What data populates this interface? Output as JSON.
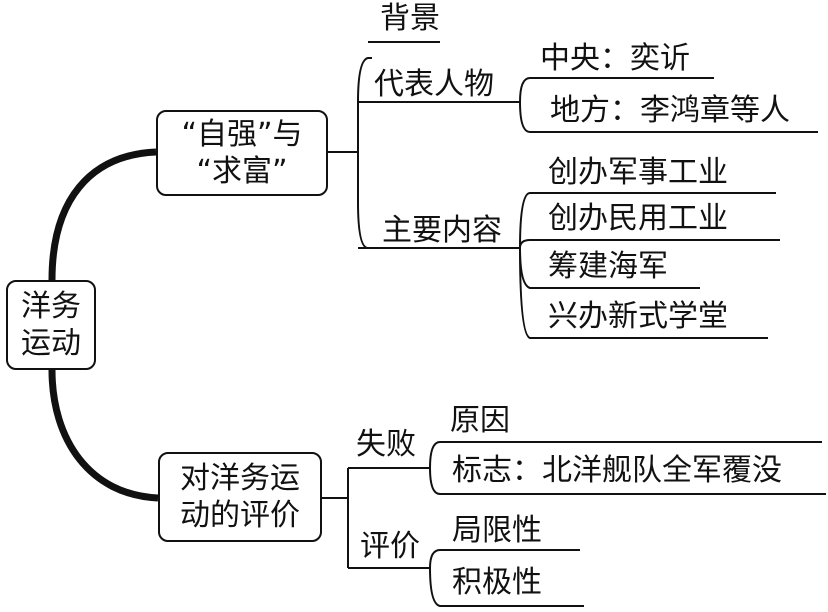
{
  "root": "洋务\n运动",
  "branch1": {
    "label": "“自强”与\n“求富”",
    "background": "背景",
    "representatives": {
      "label": "代表人物",
      "central": "中央：奕䜣",
      "local": "地方：李鸿章等人"
    },
    "main_content": {
      "label": "主要内容",
      "items": [
        "创办军事工业",
        "创办民用工业",
        "筹建海军",
        "兴办新式学堂"
      ]
    }
  },
  "branch2": {
    "label": "对洋务运\n动的评价",
    "failure": {
      "label": "失败",
      "reason": "原因",
      "sign": "标志：北洋舰队全军覆没"
    },
    "evaluation": {
      "label": "评价",
      "limitations": "局限性",
      "positive": "积极性"
    }
  }
}
